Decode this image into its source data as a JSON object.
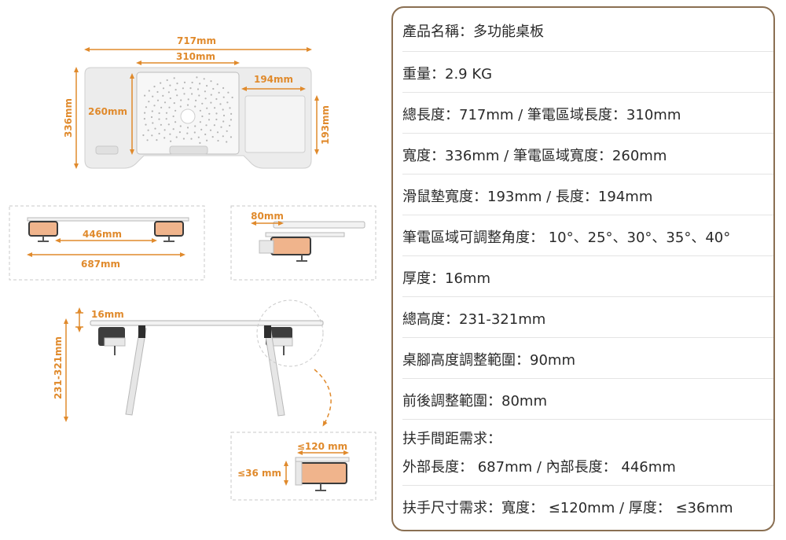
{
  "dimensions": {
    "total_length": "717mm",
    "laptop_length": "310mm",
    "mouse_length": "194mm",
    "depth": "336mm",
    "laptop_depth": "260mm",
    "mouse_depth": "193mm",
    "clamp_inner": "446mm",
    "clamp_outer": "687mm",
    "slide": "80mm",
    "thickness": "16mm",
    "height": "231-321mm",
    "armrest_width": "≤120 mm",
    "armrest_thickness": "≤36 mm"
  },
  "specs": [
    {
      "lines": [
        "產品名稱：多功能桌板"
      ]
    },
    {
      "lines": [
        "重量：2.9 KG"
      ]
    },
    {
      "lines": [
        "總長度：717mm / 筆電區域長度：310mm"
      ]
    },
    {
      "lines": [
        "寬度：336mm / 筆電區域寬度：260mm"
      ]
    },
    {
      "lines": [
        "滑鼠墊寬度：193mm / 長度：194mm"
      ]
    },
    {
      "lines": [
        "筆電區域可調整角度： 10°、25°、30°、35°、40°"
      ]
    },
    {
      "lines": [
        "厚度：16mm"
      ]
    },
    {
      "lines": [
        "總高度：231-321mm"
      ]
    },
    {
      "lines": [
        "桌腳高度調整範圍：90mm"
      ]
    },
    {
      "lines": [
        "前後調整範圍：80mm"
      ]
    },
    {
      "lines": [
        "扶手間距需求：",
        "外部長度： 687mm / 內部長度： 446mm"
      ]
    },
    {
      "lines": [
        "扶手尺寸需求：寬度： ≤120mm / 厚度： ≤36mm"
      ]
    }
  ],
  "colors": {
    "accent": "#e08a2c",
    "panel_border": "#8a6f52",
    "clamp": "#f0b48c"
  }
}
